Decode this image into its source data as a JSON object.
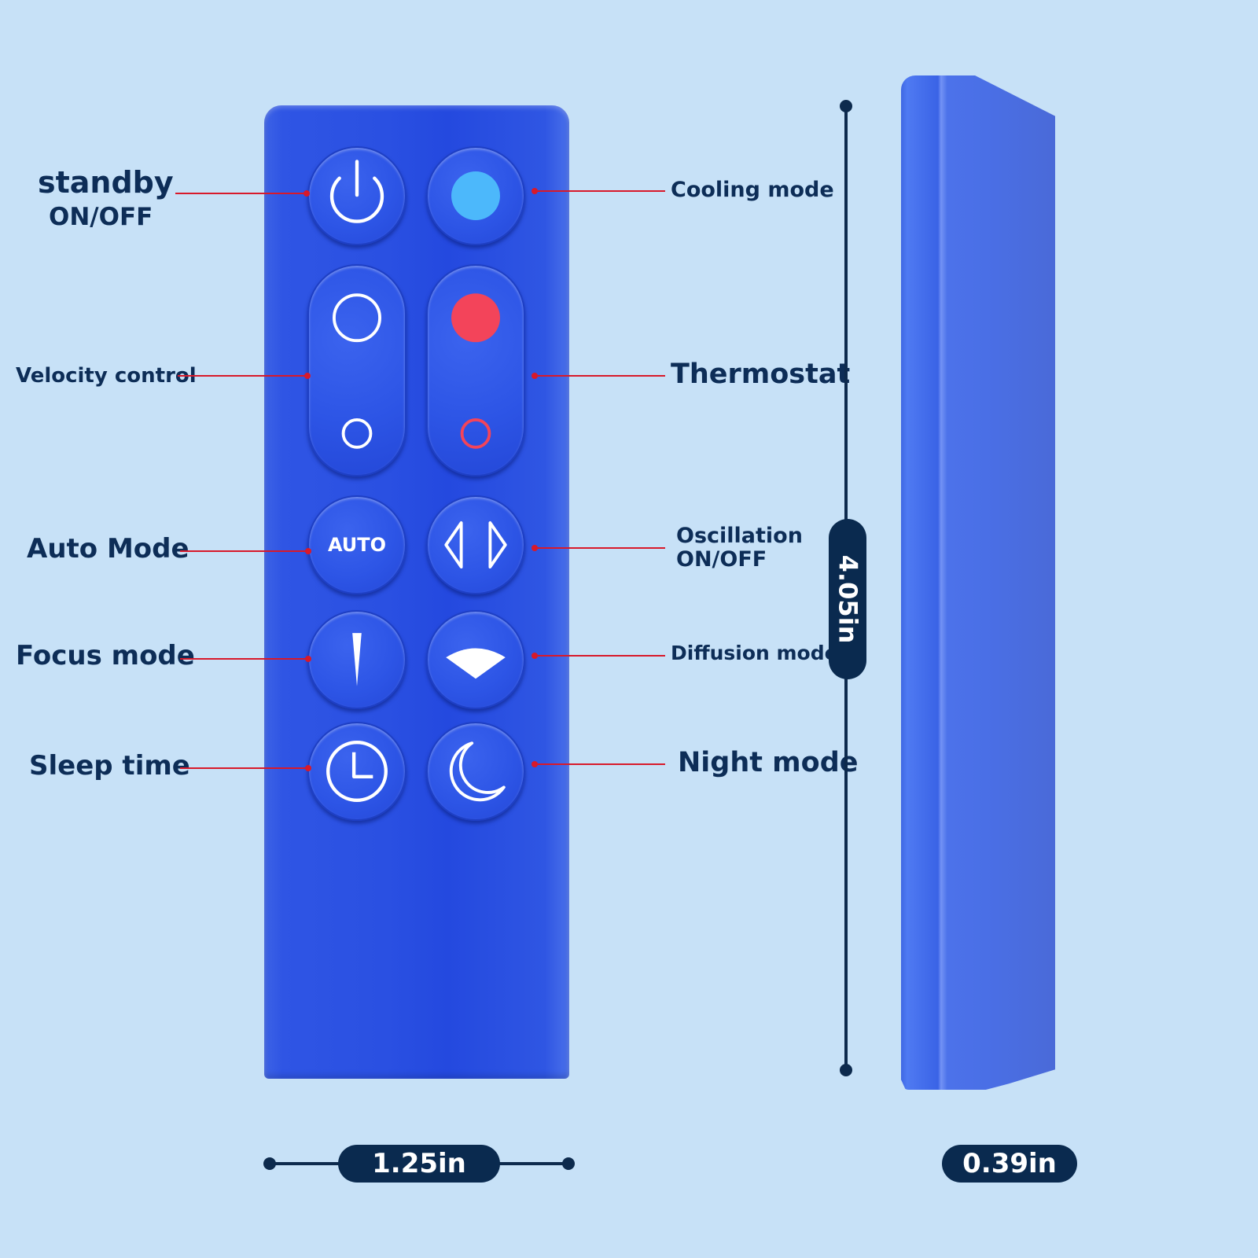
{
  "labels": {
    "standby_line1": "standby",
    "standby_line2": "ON/OFF",
    "velocity": "Velocity control",
    "auto_mode": "Auto Mode",
    "focus_mode": "Focus mode",
    "sleep_time": "Sleep time",
    "cooling_mode": "Cooling mode",
    "thermostat": "Thermostat",
    "oscillation_line1": "Oscillation",
    "oscillation_line2": "ON/OFF",
    "diffusion_mode": "Diffusion mode",
    "night_mode": "Night mode"
  },
  "buttons": {
    "auto_text": "AUTO"
  },
  "dimensions": {
    "width": "1.25in",
    "height": "4.05in",
    "depth": "0.39in"
  },
  "colors": {
    "background": "#c7e1f7",
    "remote_body": "#2a50e2",
    "cooling_dot": "#4cb8fb",
    "heat_dot": "#f3445a",
    "leader_line": "#d8192a",
    "text": "#0d2d57",
    "badge": "#0a2a4f"
  },
  "icons": [
    "power-icon",
    "cooling-dot-icon",
    "velocity-up-icon",
    "velocity-down-icon",
    "heat-up-icon",
    "heat-down-icon",
    "oscillation-icon",
    "focus-icon",
    "diffusion-icon",
    "clock-icon",
    "moon-icon"
  ]
}
